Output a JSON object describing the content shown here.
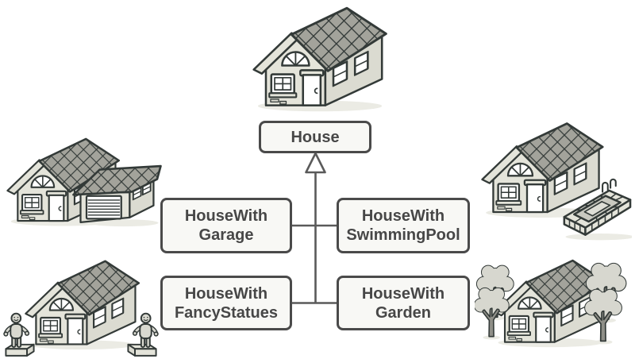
{
  "diagram": {
    "parent": {
      "label": "House"
    },
    "children": [
      {
        "line1": "HouseWith",
        "line2": "Garage"
      },
      {
        "line1": "HouseWith",
        "line2": "SwimmingPool"
      },
      {
        "line1": "HouseWith",
        "line2": "FancyStatues"
      },
      {
        "line1": "HouseWith",
        "line2": "Garden"
      }
    ],
    "relation": "inheritance-arrow",
    "illustrations": {
      "parent": "house",
      "child0": "house-with-garage",
      "child1": "house-with-swimming-pool",
      "child2": "house-with-fancy-statues",
      "child3": "house-with-garden"
    },
    "colors": {
      "background": "#ffffff",
      "box_background": "#f8f8f5",
      "box_border": "#4a4a4a",
      "text": "#474747",
      "connector": "#5a5a5a",
      "illustration_outline": "#333a38",
      "illustration_wall": "#e4e4da",
      "illustration_roof": "#a3a39b"
    }
  }
}
